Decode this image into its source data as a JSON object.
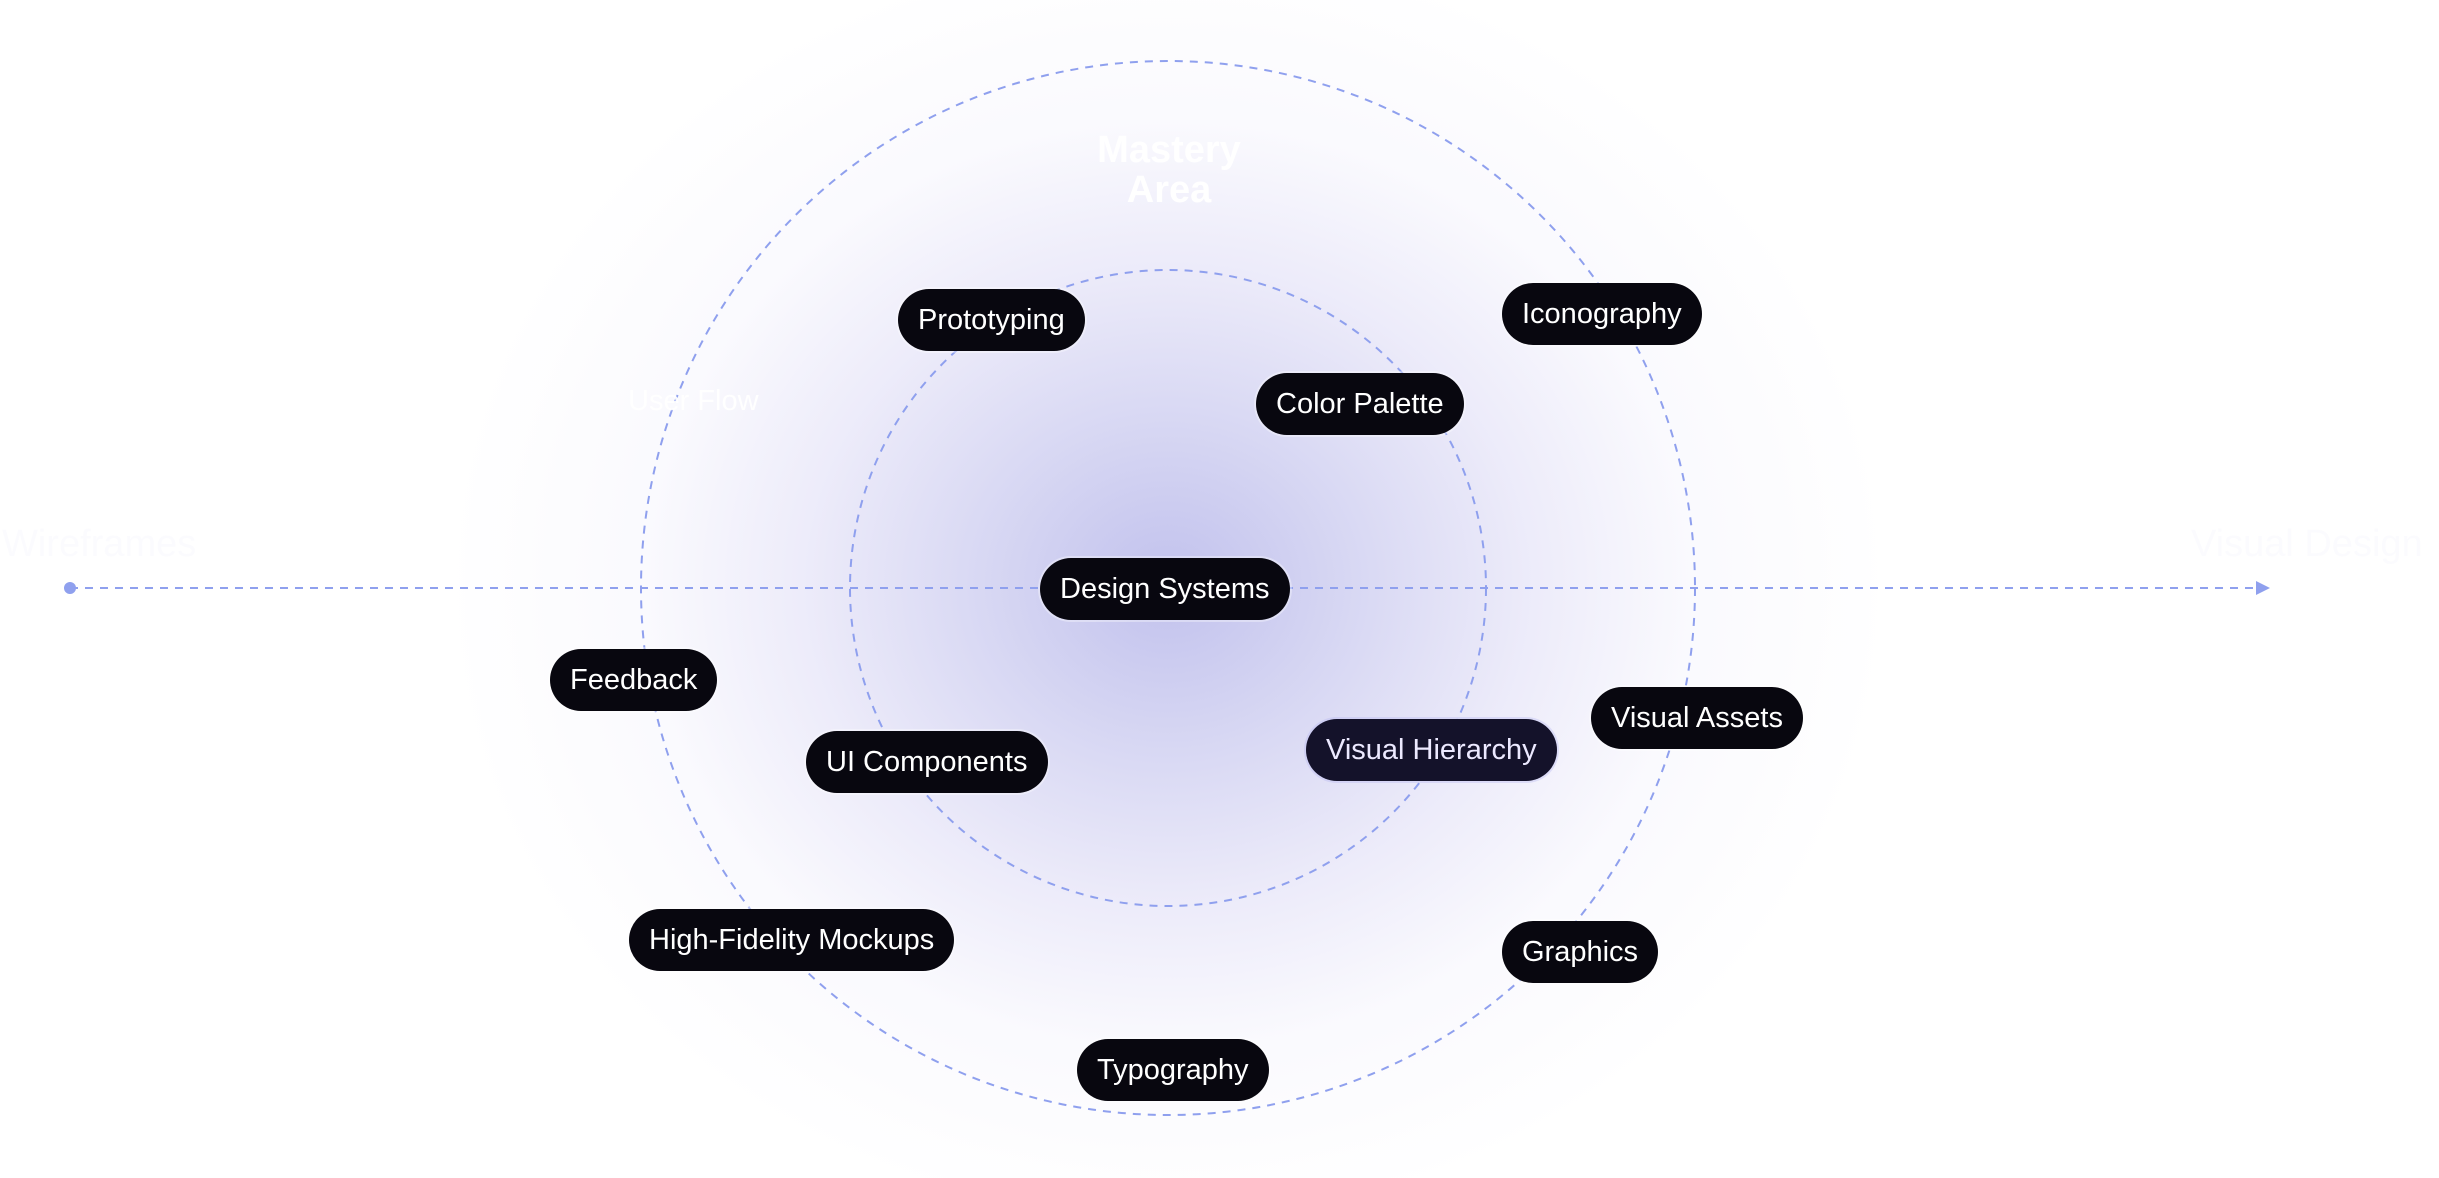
{
  "diagram": {
    "center_title": [
      "Mastery",
      "Area"
    ],
    "axis": {
      "start_label": "Wireframes",
      "end_label": "Visual Design"
    },
    "annotation": "User Flow",
    "nodes": [
      {
        "id": "design-systems",
        "label": "Design Systems"
      },
      {
        "id": "prototyping",
        "label": "Prototyping"
      },
      {
        "id": "color-palette",
        "label": "Color Palette"
      },
      {
        "id": "iconography",
        "label": "Iconography"
      },
      {
        "id": "feedback",
        "label": "Feedback"
      },
      {
        "id": "ui-components",
        "label": "UI Components"
      },
      {
        "id": "visual-hierarchy",
        "label": "Visual Hierarchy"
      },
      {
        "id": "visual-assets",
        "label": "Visual Assets"
      },
      {
        "id": "high-fidelity-mockups",
        "label": "High-Fidelity Mockups"
      },
      {
        "id": "graphics",
        "label": "Graphics"
      },
      {
        "id": "typography",
        "label": "Typography"
      }
    ],
    "colors": {
      "ring": "#8fa0ee",
      "pill_bg": "#08070f",
      "pill_text": "#ffffff",
      "glow": "#c4c4ee"
    }
  }
}
